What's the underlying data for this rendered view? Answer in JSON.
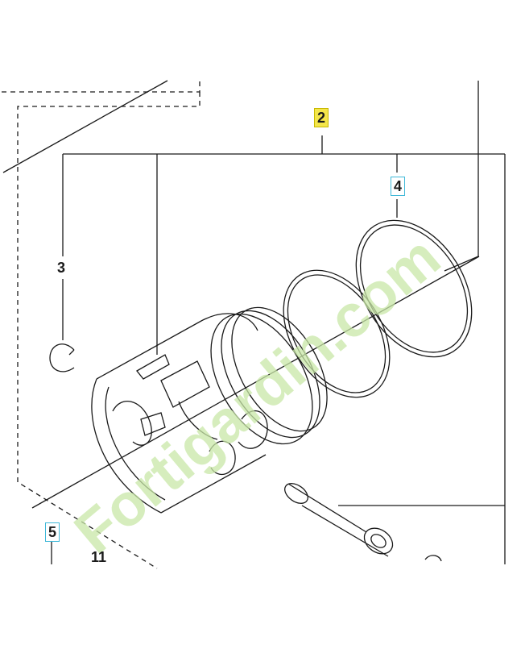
{
  "callouts": {
    "c2": "2",
    "c3": "3",
    "c4": "4",
    "c5": "5",
    "c11": "11"
  },
  "watermark": {
    "text": "Fortigardin.com",
    "color_green": "#c9e8a8",
    "color_grey": "#d6d0c4"
  },
  "colors": {
    "line": "#1a1a1a",
    "highlight_yellow": "#f4e64a",
    "highlight_cyan": "#3fb8d8"
  },
  "icons": [
    "piston-part",
    "piston-ring-part",
    "circlip-part",
    "piston-pin-part"
  ]
}
